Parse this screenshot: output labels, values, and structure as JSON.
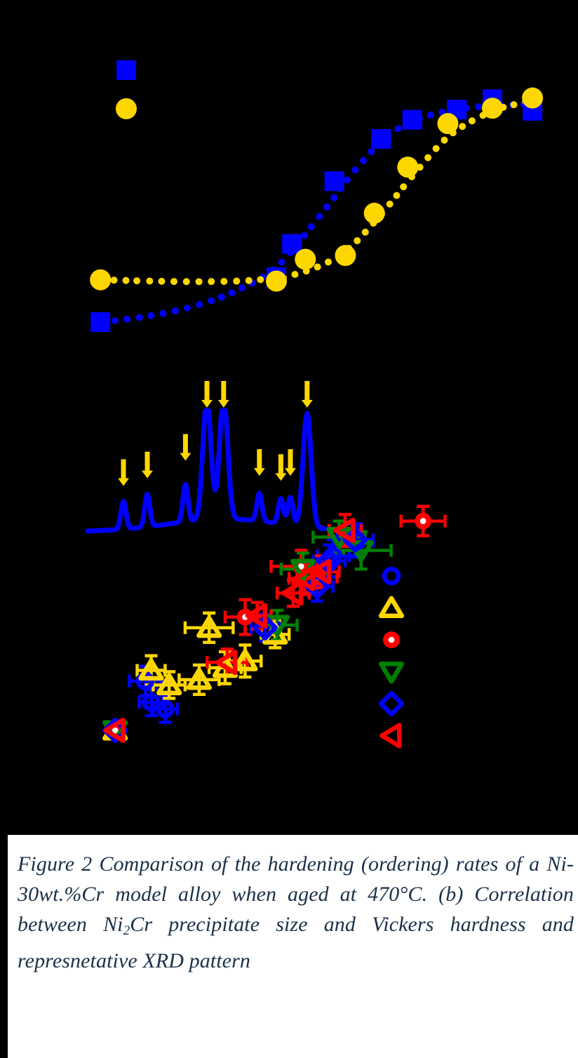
{
  "figure": {
    "id": "Figure 2",
    "caption_parts": {
      "lead": "Figure 2 Comparison of the hardening (ordering) rates of a Ni-30wt.%Cr model alloy when aged at 470°C. (b) Correlation between Ni",
      "sub": "2",
      "tail": "Cr precipitate size and Vickers hardness and represnetative XRD pattern"
    },
    "background_color": "#000000",
    "caption_color": "#1b3049"
  },
  "colors": {
    "blue": "#0000ff",
    "yellow": "#ffd700",
    "red": "#ff0000",
    "green": "#008000",
    "white": "#ffffff",
    "black": "#000000"
  },
  "panel_a": {
    "name": "hardening-ordering-rate-curves",
    "legend": [
      {
        "marker": "filled-square",
        "color": "#0000ff",
        "label": ""
      },
      {
        "marker": "filled-circle",
        "color": "#ffd700",
        "label": ""
      }
    ],
    "chart_data": {
      "type": "line",
      "title": "",
      "xlabel": "",
      "ylabel": "",
      "xlim": [
        0,
        100
      ],
      "ylim": [
        0,
        100
      ],
      "grid": false,
      "legend_position": "top-left",
      "series": [
        {
          "name": "blue-squares",
          "marker": "square",
          "color": "#0000ff",
          "fit": "dotted-sigmoid",
          "points": [
            {
              "x": 0.5,
              "y": 3.0
            },
            {
              "x": 40.0,
              "y": 20.5
            },
            {
              "x": 43.5,
              "y": 33.5
            },
            {
              "x": 53.0,
              "y": 58.0
            },
            {
              "x": 63.5,
              "y": 74.5
            },
            {
              "x": 70.5,
              "y": 82.0
            },
            {
              "x": 80.5,
              "y": 86.0
            },
            {
              "x": 88.5,
              "y": 90.0
            },
            {
              "x": 97.5,
              "y": 85.5
            }
          ],
          "fit_curve": [
            {
              "x": 1.0,
              "y": 3.0
            },
            {
              "x": 10.0,
              "y": 5.0
            },
            {
              "x": 20.0,
              "y": 8.5
            },
            {
              "x": 30.0,
              "y": 14.5
            },
            {
              "x": 40.0,
              "y": 24.5
            },
            {
              "x": 50.0,
              "y": 45.0
            },
            {
              "x": 58.0,
              "y": 63.0
            },
            {
              "x": 66.0,
              "y": 77.0
            },
            {
              "x": 75.0,
              "y": 84.0
            },
            {
              "x": 85.0,
              "y": 87.0
            },
            {
              "x": 95.0,
              "y": 88.0
            },
            {
              "x": 100.0,
              "y": 88.0
            }
          ]
        },
        {
          "name": "yellow-circles",
          "marker": "circle",
          "color": "#ffd700",
          "fit": "dotted-sigmoid",
          "points": [
            {
              "x": 0.5,
              "y": 19.5
            },
            {
              "x": 40.0,
              "y": 19.0
            },
            {
              "x": 46.5,
              "y": 27.5
            },
            {
              "x": 55.5,
              "y": 29.0
            },
            {
              "x": 62.0,
              "y": 45.5
            },
            {
              "x": 69.5,
              "y": 63.5
            },
            {
              "x": 78.5,
              "y": 80.5
            },
            {
              "x": 88.5,
              "y": 86.5
            },
            {
              "x": 97.5,
              "y": 90.5
            }
          ],
          "fit_curve": [
            {
              "x": 1.0,
              "y": 19.5
            },
            {
              "x": 12.0,
              "y": 19.0
            },
            {
              "x": 24.0,
              "y": 18.8
            },
            {
              "x": 36.0,
              "y": 19.5
            },
            {
              "x": 46.0,
              "y": 22.5
            },
            {
              "x": 55.0,
              "y": 30.0
            },
            {
              "x": 63.0,
              "y": 44.0
            },
            {
              "x": 71.0,
              "y": 61.0
            },
            {
              "x": 79.0,
              "y": 76.0
            },
            {
              "x": 88.0,
              "y": 85.0
            },
            {
              "x": 95.0,
              "y": 88.5
            },
            {
              "x": 100.0,
              "y": 89.5
            }
          ]
        }
      ]
    }
  },
  "panel_b": {
    "name": "precipitate-size-vs-vickers-hardness",
    "inset": {
      "name": "xrd-pattern-inset",
      "trace_color": "#0000ff",
      "arrow_color": "#ffd700",
      "arrow_count": 9,
      "chart_data": {
        "type": "line",
        "title": "",
        "xlabel": "",
        "ylabel": "",
        "grid": false,
        "annotations": [
          "superlattice-peak-arrow"
        ],
        "peaks_x": [
          15,
          25,
          41,
          50,
          57,
          72,
          81,
          85,
          92
        ],
        "peaks_intensity": [
          22,
          26,
          30,
          96,
          98,
          22,
          20,
          22,
          90
        ]
      }
    },
    "legend": [
      {
        "marker": "circle-open",
        "color": "#0000ff",
        "label": ""
      },
      {
        "marker": "triangle-up-open",
        "color": "#ffd700",
        "label": ""
      },
      {
        "marker": "circle-filled-white-center",
        "color": "#ff0000",
        "label": ""
      },
      {
        "marker": "triangle-down-open",
        "color": "#008000",
        "label": ""
      },
      {
        "marker": "diamond-open",
        "color": "#0000ff",
        "label": ""
      },
      {
        "marker": "triangle-left-open",
        "color": "#ff0000",
        "label": ""
      }
    ],
    "chart_data": {
      "type": "scatter",
      "title": "",
      "xlabel": "",
      "ylabel": "",
      "grid": false,
      "legend_position": "right",
      "error_bars": "x-and-y",
      "series": [
        {
          "name": "blue-circles",
          "marker": "circle",
          "color": "#0000ff",
          "points": [
            {
              "x": 6.0,
              "y": 5.0,
              "xerr": 1.2,
              "yerr": 2.0
            },
            {
              "x": 13.5,
              "y": 23.5,
              "xerr": 4.0,
              "yerr": 5.5
            },
            {
              "x": 15.0,
              "y": 15.5,
              "xerr": 3.0,
              "yerr": 5.0
            },
            {
              "x": 18.5,
              "y": 13.0,
              "xerr": 3.0,
              "yerr": 5.0
            },
            {
              "x": 60.5,
              "y": 70.5,
              "xerr": 4.0,
              "yerr": 6.0
            },
            {
              "x": 66.5,
              "y": 76.0,
              "xerr": 4.0,
              "yerr": 6.0
            }
          ]
        },
        {
          "name": "yellow-triangles-up",
          "marker": "triangle-up",
          "color": "#ffd700",
          "points": [
            {
              "x": 6.0,
              "y": 5.0,
              "xerr": 1.2,
              "yerr": 2.0
            },
            {
              "x": 15.0,
              "y": 27.5,
              "xerr": 3.5,
              "yerr": 5.5
            },
            {
              "x": 19.5,
              "y": 22.0,
              "xerr": 4.0,
              "yerr": 5.0
            },
            {
              "x": 27.0,
              "y": 24.0,
              "xerr": 5.0,
              "yerr": 5.5
            },
            {
              "x": 29.5,
              "y": 43.5,
              "xerr": 6.0,
              "yerr": 5.5
            },
            {
              "x": 33.5,
              "y": 28.5,
              "xerr": 4.0,
              "yerr": 6.0
            },
            {
              "x": 38.5,
              "y": 31.0,
              "xerr": 4.0,
              "yerr": 6.0
            },
            {
              "x": 46.0,
              "y": 41.0,
              "xerr": 3.5,
              "yerr": 5.0
            }
          ]
        },
        {
          "name": "red-circles",
          "marker": "circle-filled",
          "color": "#ff0000",
          "points": [
            {
              "x": 6.0,
              "y": 5.0,
              "xerr": 1.2,
              "yerr": 2.0
            },
            {
              "x": 38.5,
              "y": 47.5,
              "xerr": 5.0,
              "yerr": 6.5
            },
            {
              "x": 52.5,
              "y": 66.5,
              "xerr": 7.5,
              "yerr": 6.0
            },
            {
              "x": 56.5,
              "y": 62.5,
              "xerr": 5.0,
              "yerr": 6.0
            },
            {
              "x": 83.0,
              "y": 83.5,
              "xerr": 5.5,
              "yerr": 5.5
            }
          ]
        },
        {
          "name": "green-triangles-down",
          "marker": "triangle-down",
          "color": "#008000",
          "points": [
            {
              "x": 6.0,
              "y": 5.0,
              "xerr": 1.2,
              "yerr": 2.0
            },
            {
              "x": 46.5,
              "y": 44.5,
              "xerr": 5.0,
              "yerr": 5.5
            },
            {
              "x": 53.0,
              "y": 65.5,
              "xerr": 5.5,
              "yerr": 6.0
            },
            {
              "x": 62.0,
              "y": 77.5,
              "xerr": 6.5,
              "yerr": 6.0
            },
            {
              "x": 67.5,
              "y": 72.5,
              "xerr": 7.5,
              "yerr": 7.0
            }
          ]
        },
        {
          "name": "blue-diamonds",
          "marker": "diamond",
          "color": "#0000ff",
          "points": [
            {
              "x": 6.0,
              "y": 5.0,
              "xerr": 1.2,
              "yerr": 2.0
            },
            {
              "x": 43.5,
              "y": 43.5,
              "xerr": 3.5,
              "yerr": 5.0
            },
            {
              "x": 56.5,
              "y": 59.0,
              "xerr": 4.0,
              "yerr": 5.5
            },
            {
              "x": 59.5,
              "y": 68.5,
              "xerr": 4.0,
              "yerr": 6.0
            },
            {
              "x": 66.0,
              "y": 76.5,
              "xerr": 4.5,
              "yerr": 6.0
            }
          ]
        },
        {
          "name": "red-triangles-left",
          "marker": "triangle-left",
          "color": "#ff0000",
          "points": [
            {
              "x": 6.0,
              "y": 5.0,
              "xerr": 1.2,
              "yerr": 2.0
            },
            {
              "x": 34.0,
              "y": 30.5,
              "xerr": 5.0,
              "yerr": 5.0
            },
            {
              "x": 41.5,
              "y": 48.0,
              "xerr": 3.5,
              "yerr": 5.0
            },
            {
              "x": 50.5,
              "y": 56.5,
              "xerr": 4.0,
              "yerr": 5.0
            },
            {
              "x": 53.5,
              "y": 62.0,
              "xerr": 4.0,
              "yerr": 6.0
            },
            {
              "x": 57.5,
              "y": 64.5,
              "xerr": 4.5,
              "yerr": 6.0
            },
            {
              "x": 63.5,
              "y": 80.0,
              "xerr": 4.0,
              "yerr": 6.0
            }
          ]
        }
      ]
    }
  }
}
